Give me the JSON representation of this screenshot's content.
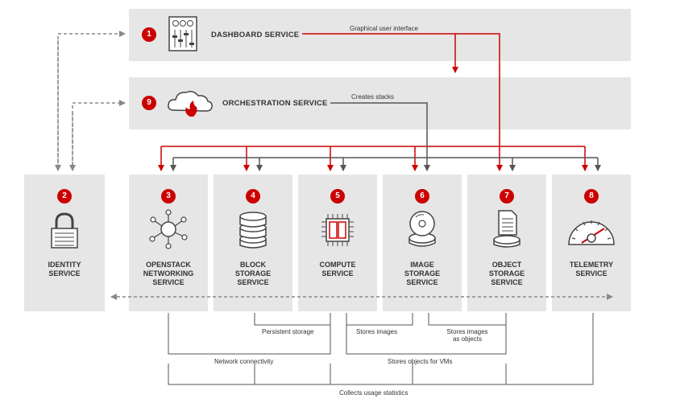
{
  "services": [
    {
      "id": "identity",
      "number": "2",
      "label": "IDENTITY\nSERVICE"
    },
    {
      "id": "networking",
      "number": "3",
      "label": "OPENSTACK\nNETWORKING\nSERVICE"
    },
    {
      "id": "block-storage",
      "number": "4",
      "label": "BLOCK\nSTORAGE\nSERVICE"
    },
    {
      "id": "compute",
      "number": "5",
      "label": "COMPUTE\nSERVICE"
    },
    {
      "id": "image-storage",
      "number": "6",
      "label": "IMAGE\nSTORAGE\nSERVICE"
    },
    {
      "id": "object-storage",
      "number": "7",
      "label": "OBJECT\nSTORAGE\nSERVICE"
    },
    {
      "id": "telemetry",
      "number": "8",
      "label": "TELEMETRY\nSERVICE"
    }
  ],
  "dashboard": {
    "number": "1",
    "title": "DASHBOARD SERVICE",
    "annotation": "Graphical user interface"
  },
  "orchestration": {
    "number": "9",
    "title": "ORCHESTRATION SERVICE",
    "annotation": "Creates stacks"
  },
  "annotations": {
    "persistent_storage": "Persistent storage",
    "stores_images": "Stores images",
    "stores_images_objects": "Stores images\nas objects",
    "network_connectivity": "Network connectivity",
    "stores_objects_vms": "Stores objects for VMs",
    "collects_usage": "Collects usage statistics"
  },
  "colors": {
    "accent": "#cc0000",
    "panel": "#e6e6e6",
    "line": "#555555"
  }
}
